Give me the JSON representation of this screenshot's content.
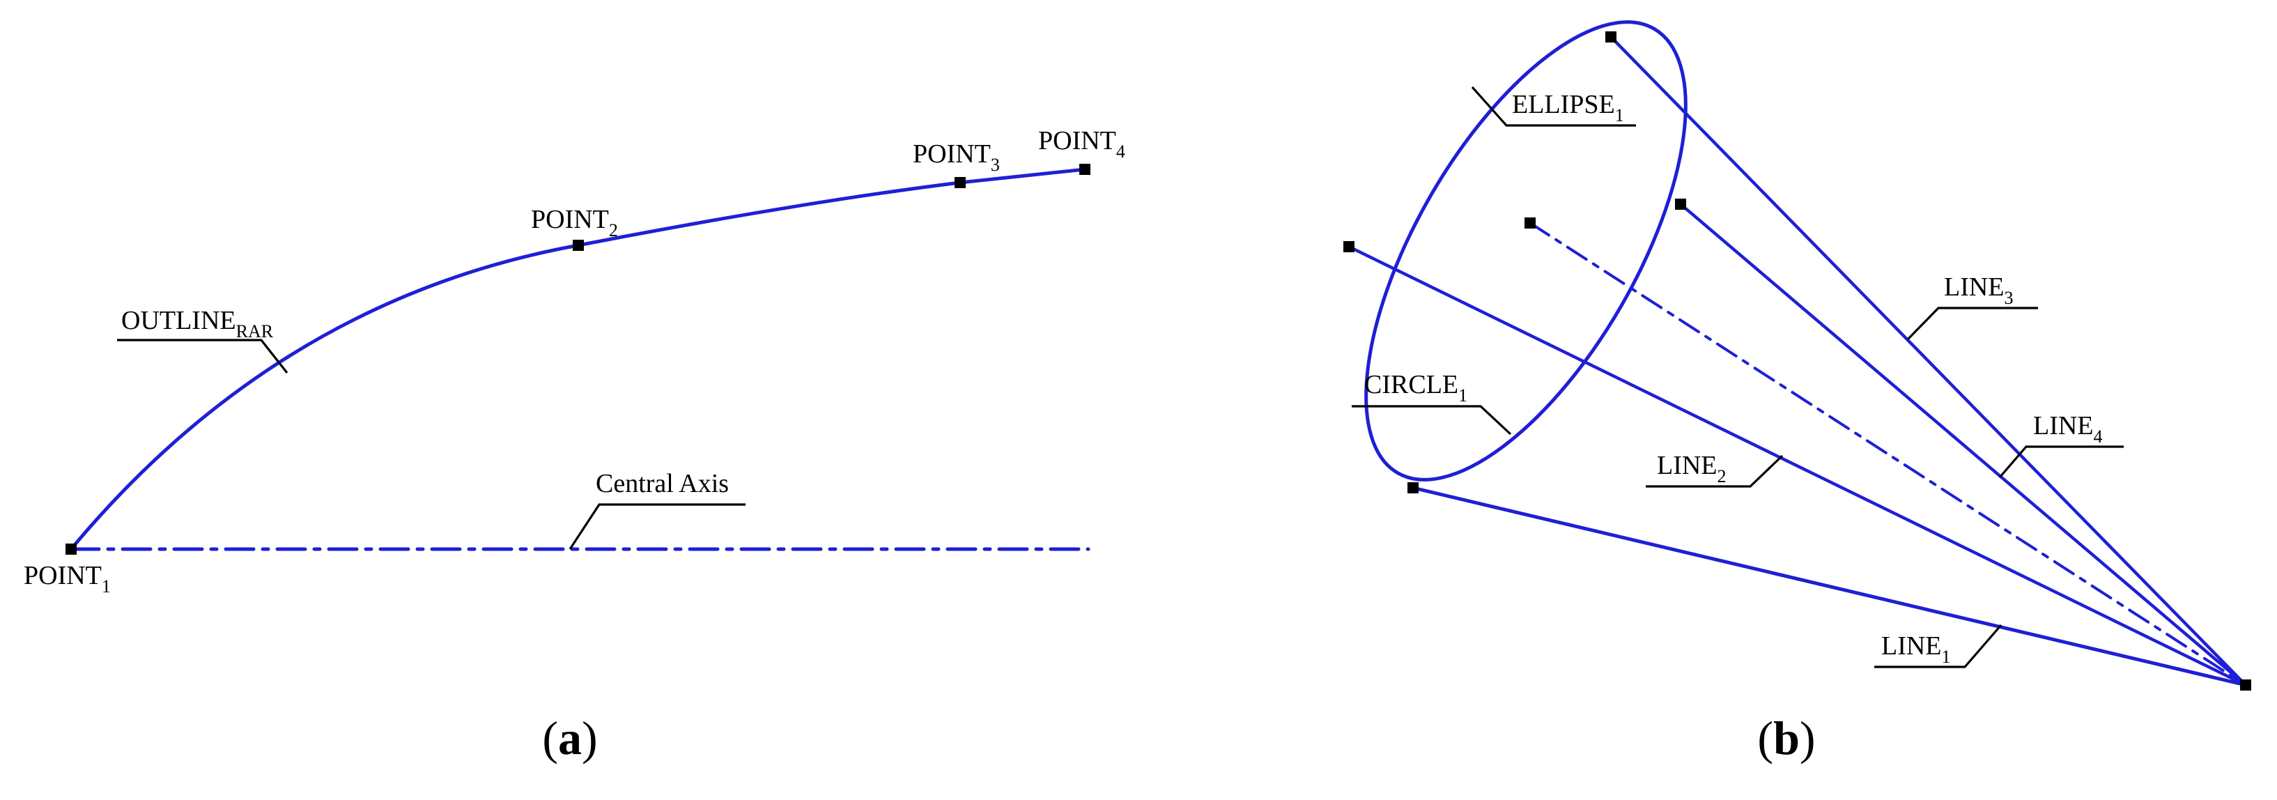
{
  "colors": {
    "geometry": "#1f1fd6",
    "ink": "#000000",
    "background": "#ffffff"
  },
  "panel_a": {
    "caption": {
      "open": "(",
      "letter": "a",
      "close": ")"
    },
    "labels": {
      "point1": {
        "base": "POINT",
        "sub": "1"
      },
      "point2": {
        "base": "POINT",
        "sub": "2"
      },
      "point3": {
        "base": "POINT",
        "sub": "3"
      },
      "point4": {
        "base": "POINT",
        "sub": "4"
      },
      "outline": {
        "base": "OUTLINE",
        "sub": "RAR"
      },
      "axis": {
        "base": "Central Axis"
      }
    }
  },
  "panel_b": {
    "caption": {
      "open": "(",
      "letter": "b",
      "close": ")"
    },
    "labels": {
      "ellipse": {
        "base": "ELLIPSE",
        "sub": "1"
      },
      "circle": {
        "base": "CIRCLE",
        "sub": "1"
      },
      "line1": {
        "base": "LINE",
        "sub": "1"
      },
      "line2": {
        "base": "LINE",
        "sub": "2"
      },
      "line3": {
        "base": "LINE",
        "sub": "3"
      },
      "line4": {
        "base": "LINE",
        "sub": "4"
      }
    }
  }
}
